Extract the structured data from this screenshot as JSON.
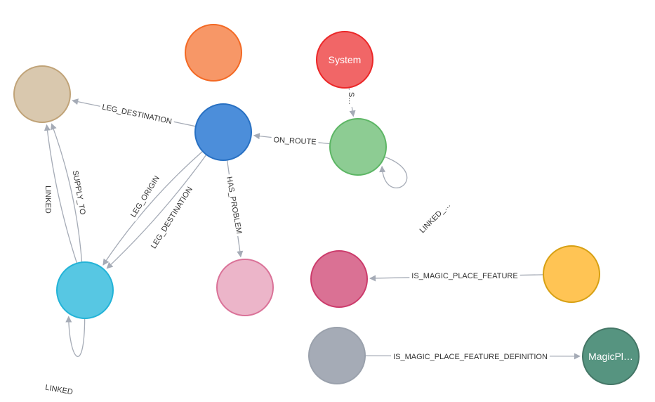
{
  "graph": {
    "nodes": [
      {
        "id": "n_orange",
        "label": "",
        "fill": "#f79767",
        "stroke": "#f36924"
      },
      {
        "id": "n_system",
        "label": "System",
        "fill": "#f16667",
        "stroke": "#eb2728"
      },
      {
        "id": "n_tan",
        "label": "",
        "fill": "#d9c8ae",
        "stroke": "#c0a378"
      },
      {
        "id": "n_blue",
        "label": "",
        "fill": "#4c8eda",
        "stroke": "#2870c2"
      },
      {
        "id": "n_green",
        "label": "",
        "fill": "#8dcc93",
        "stroke": "#5db665"
      },
      {
        "id": "n_cyan",
        "label": "",
        "fill": "#57c7e3",
        "stroke": "#23b3d7"
      },
      {
        "id": "n_pink",
        "label": "",
        "fill": "#ecb5c9",
        "stroke": "#da7298"
      },
      {
        "id": "n_magenta",
        "label": "",
        "fill": "#da7194",
        "stroke": "#cc3c6c"
      },
      {
        "id": "n_yellow",
        "label": "",
        "fill": "#ffc454",
        "stroke": "#d7a013"
      },
      {
        "id": "n_gray",
        "label": "",
        "fill": "#a5abb6",
        "stroke": "#9aa1ac"
      },
      {
        "id": "n_magicplace",
        "label": "MagicPl…",
        "fill": "#569480",
        "stroke": "#447666"
      }
    ],
    "edges": [
      {
        "id": "e_leg_dest_1",
        "source": "n_blue",
        "target": "n_tan",
        "label": "LEG_DESTINATION"
      },
      {
        "id": "e_on_route",
        "source": "n_green",
        "target": "n_blue",
        "label": "ON_ROUTE"
      },
      {
        "id": "e_system_s",
        "source": "n_system",
        "target": "n_green",
        "label": "S…"
      },
      {
        "id": "e_linked_green",
        "source": "n_green",
        "target": "n_green",
        "label": "LINKED_…"
      },
      {
        "id": "e_leg_origin",
        "source": "n_blue",
        "target": "n_cyan",
        "label": "LEG_ORIGIN"
      },
      {
        "id": "e_leg_dest_2",
        "source": "n_blue",
        "target": "n_cyan",
        "label": "LEG_DESTINATION"
      },
      {
        "id": "e_has_problem",
        "source": "n_blue",
        "target": "n_pink",
        "label": "HAS_PROBLEM"
      },
      {
        "id": "e_linked_tan",
        "source": "n_cyan",
        "target": "n_tan",
        "label": "LINKED"
      },
      {
        "id": "e_supply_to",
        "source": "n_cyan",
        "target": "n_tan",
        "label": "SUPPLY_TO"
      },
      {
        "id": "e_linked_cyan",
        "source": "n_cyan",
        "target": "n_cyan",
        "label": "LINKED"
      },
      {
        "id": "e_magic_feature",
        "source": "n_yellow",
        "target": "n_magenta",
        "label": "IS_MAGIC_PLACE_FEATURE"
      },
      {
        "id": "e_magic_def",
        "source": "n_gray",
        "target": "n_magicplace",
        "label": "IS_MAGIC_PLACE_FEATURE_DEFINITION"
      }
    ]
  }
}
